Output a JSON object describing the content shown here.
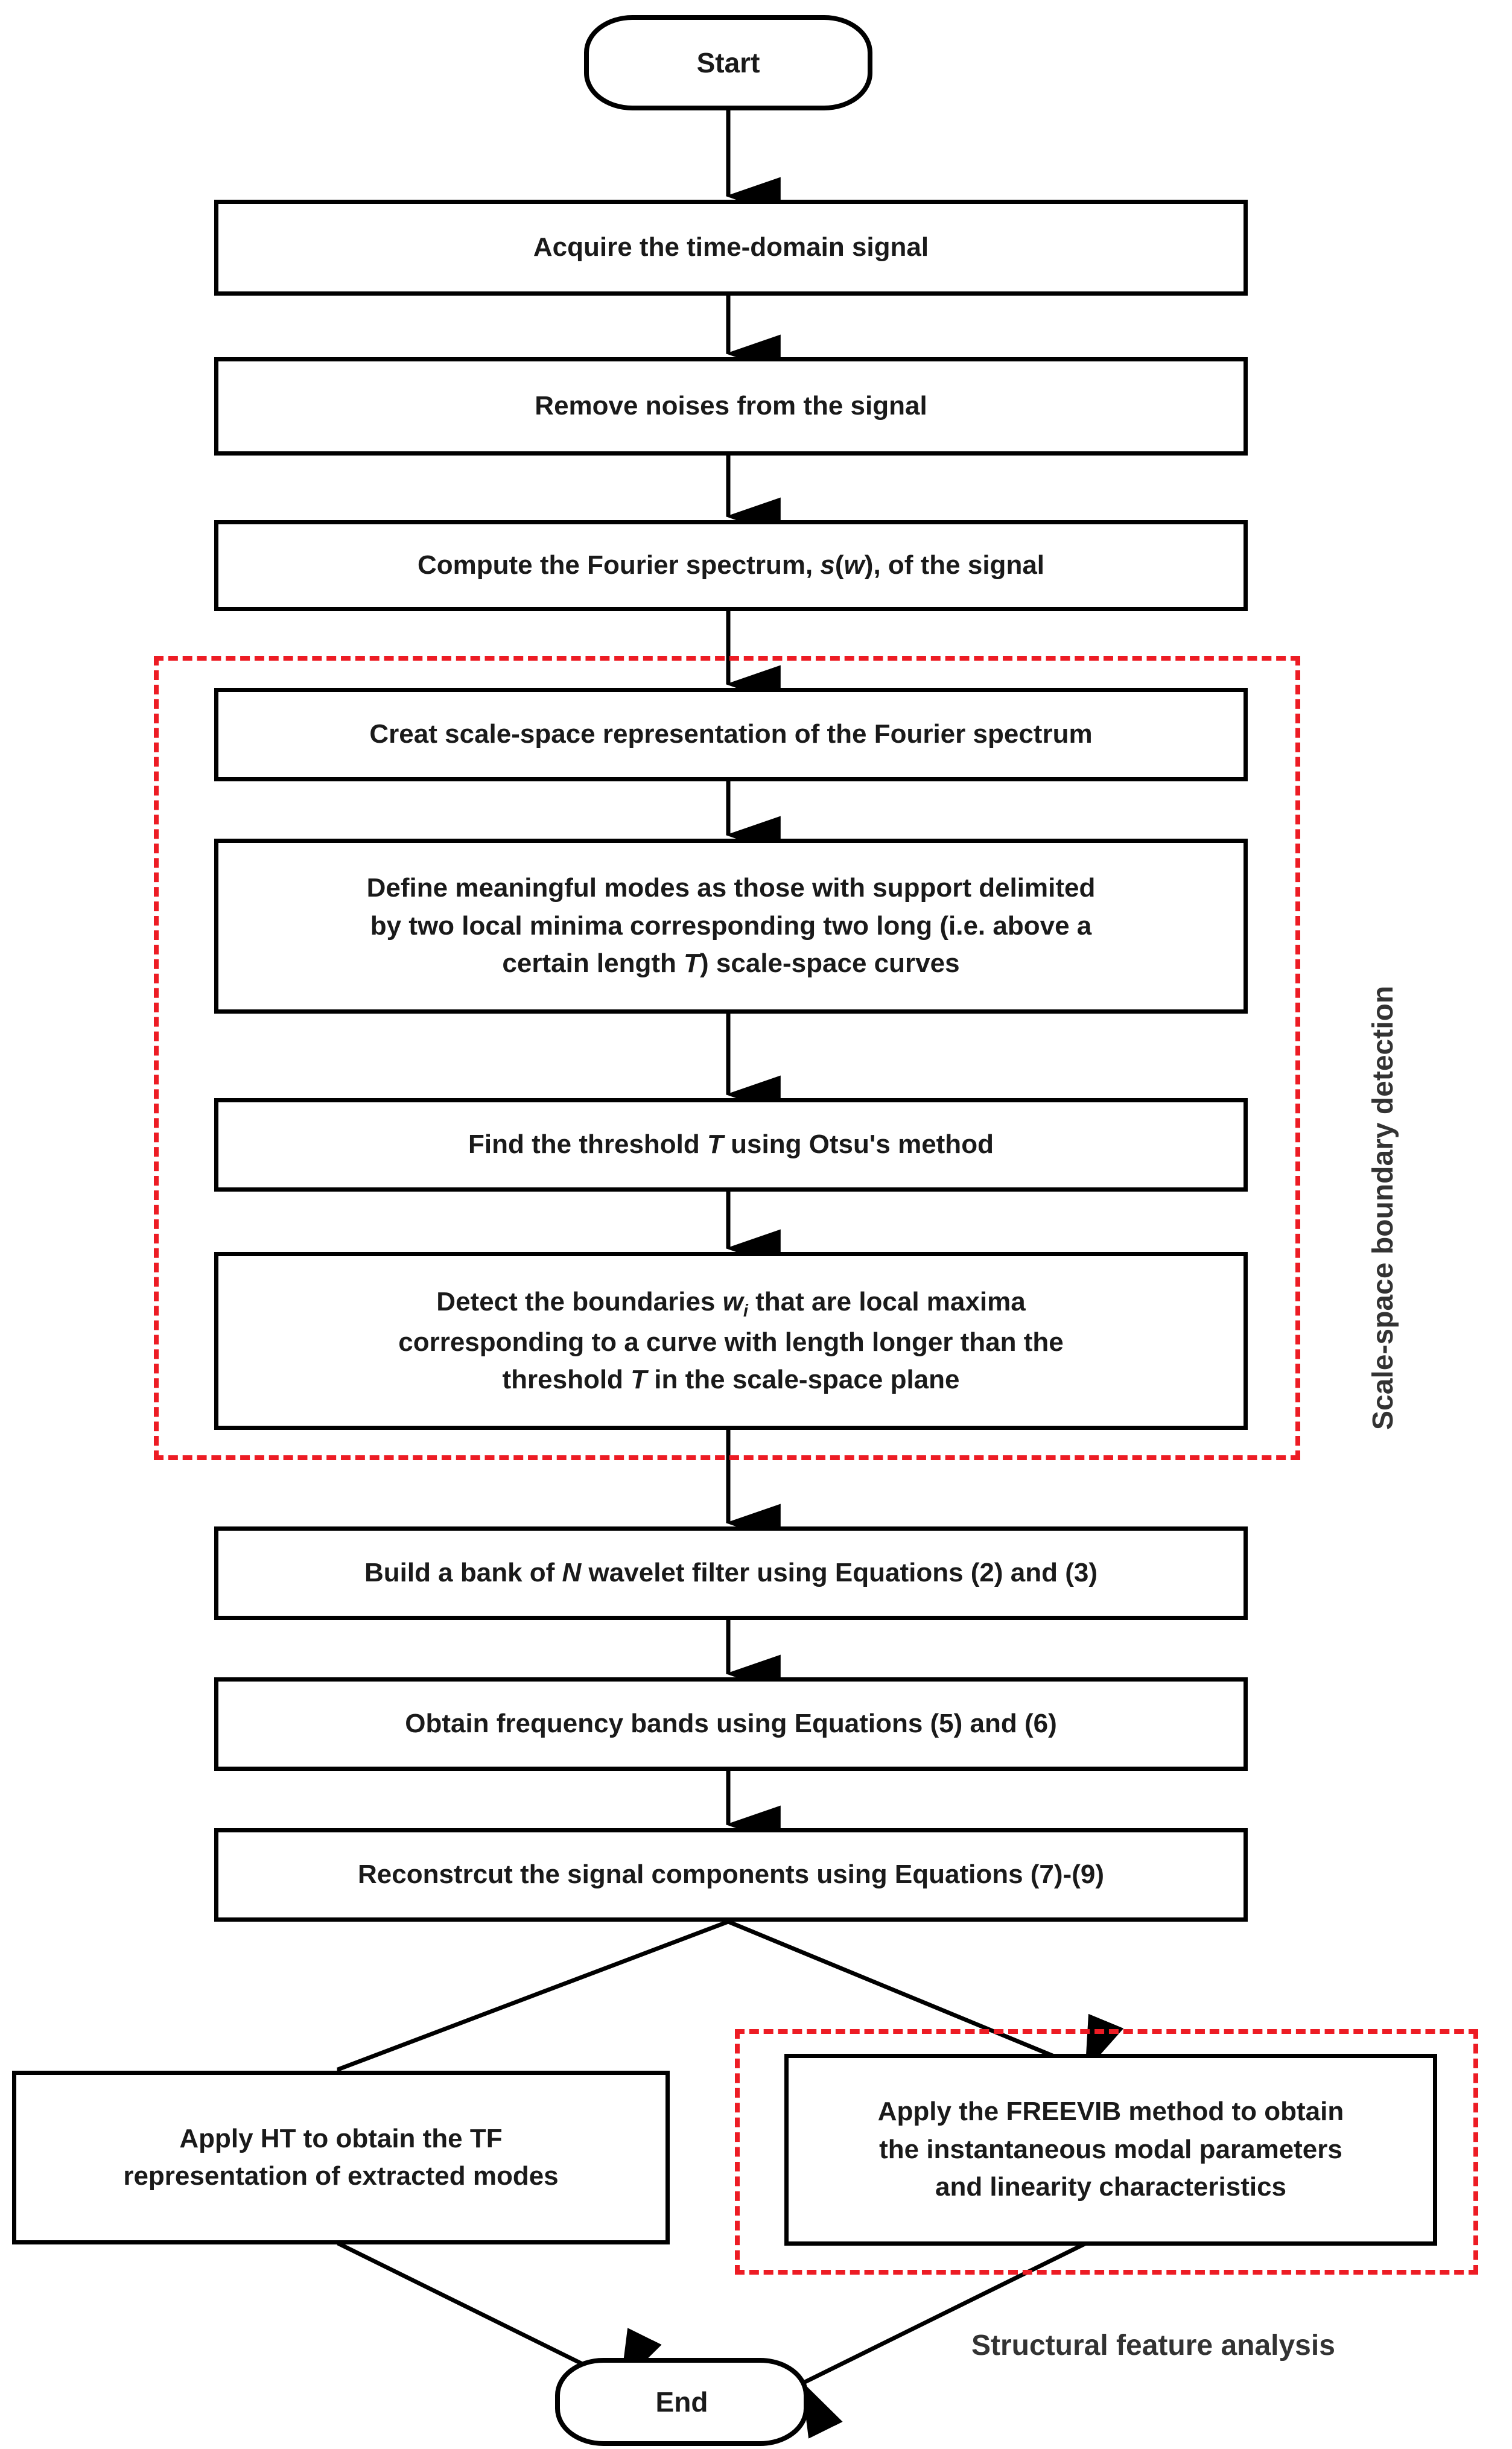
{
  "diagram": {
    "title": "Signal decomposition and structural feature analysis flowchart",
    "accent_red": "#ED1C24",
    "line_color": "#000000",
    "text_color": "#1a1a1a"
  },
  "nodes": {
    "start": {
      "label": "Start",
      "shape": "terminal"
    },
    "acquire": {
      "label": "Acquire the time-domain signal",
      "shape": "process"
    },
    "remove_noise": {
      "label": "Remove noises from the signal",
      "shape": "process"
    },
    "fourier": {
      "line_a": "Compute the Fourier spectrum, ",
      "italic_s": "s",
      "paren_open": "(",
      "italic_w": "w",
      "paren_close": ")",
      "line_b": ", of the signal",
      "shape": "process"
    },
    "scale_space": {
      "label": "Creat scale-space representation of the Fourier spectrum",
      "shape": "process"
    },
    "define_modes": {
      "line1": "Define meaningful modes as those with support delimited",
      "line2": "by two local minima corresponding two long (i.e. above a",
      "line3_pre": "certain length ",
      "line3_italic": "T",
      "line3_post": ") scale-space curves",
      "shape": "process"
    },
    "threshold": {
      "pre": "Find the threshold ",
      "italic": "T",
      "post": " using Otsu's method",
      "shape": "process"
    },
    "detect_boundaries": {
      "line1_pre": "Detect the boundaries ",
      "line1_italic": "w",
      "line1_sub": "i",
      "line1_post": " that are local maxima",
      "line2": "corresponding to a curve with length longer than the",
      "line3_pre": "threshold ",
      "line3_italic": "T",
      "line3_post": " in the scale-space plane",
      "shape": "process"
    },
    "wavelet_bank": {
      "pre": "Build a bank of ",
      "italic": "N",
      "post": " wavelet filter using Equations (2) and (3)",
      "shape": "process"
    },
    "freq_bands": {
      "label": "Obtain frequency bands using Equations (5) and (6)",
      "shape": "process"
    },
    "reconstruct": {
      "label": "Reconstrcut the signal components using Equations (7)-(9)",
      "shape": "process"
    },
    "apply_ht": {
      "line1": "Apply HT to obtain the TF",
      "line2": "representation of extracted modes",
      "shape": "process"
    },
    "freevib": {
      "line1": "Apply the FREEVIB method to obtain",
      "line2": "the instantaneous modal parameters",
      "line3": "and linearity characteristics",
      "shape": "process"
    },
    "end": {
      "label": "End",
      "shape": "terminal"
    }
  },
  "annotations": {
    "scale_space_group": "Scale-space boundary detection",
    "structural_group": "Structural feature analysis"
  },
  "edges": [
    {
      "from": "start",
      "to": "acquire"
    },
    {
      "from": "acquire",
      "to": "remove_noise"
    },
    {
      "from": "remove_noise",
      "to": "fourier"
    },
    {
      "from": "fourier",
      "to": "scale_space"
    },
    {
      "from": "scale_space",
      "to": "define_modes"
    },
    {
      "from": "define_modes",
      "to": "threshold"
    },
    {
      "from": "threshold",
      "to": "detect_boundaries"
    },
    {
      "from": "detect_boundaries",
      "to": "wavelet_bank"
    },
    {
      "from": "wavelet_bank",
      "to": "freq_bands"
    },
    {
      "from": "freq_bands",
      "to": "reconstruct"
    },
    {
      "from": "reconstruct",
      "to": "apply_ht"
    },
    {
      "from": "reconstruct",
      "to": "freevib"
    },
    {
      "from": "apply_ht",
      "to": "end"
    },
    {
      "from": "freevib",
      "to": "end"
    }
  ]
}
